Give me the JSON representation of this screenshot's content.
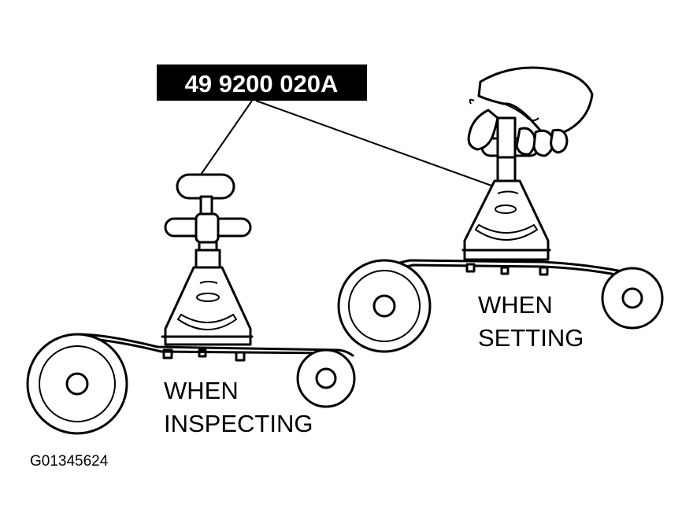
{
  "part_number": "49 9200 020A",
  "captions": {
    "setting": [
      "WHEN",
      "SETTING"
    ],
    "inspecting": [
      "WHEN",
      "INSPECTING"
    ]
  },
  "figure_id": "G01345624",
  "icons": [
    "belt-tension-gauge-icon",
    "pulley-icon",
    "hand-icon"
  ]
}
